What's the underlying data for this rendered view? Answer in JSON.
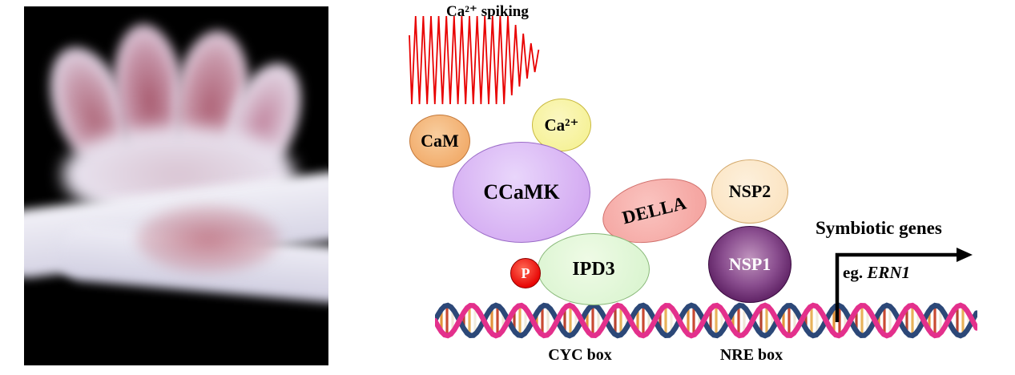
{
  "diagram": {
    "spiking_label": "Ca²⁺ spiking",
    "nodes": {
      "cam": "CaM",
      "ca": "Ca²⁺",
      "ccamk": "CCaMK",
      "della": "DELLA",
      "nsp2": "NSP2",
      "nsp1": "NSP1",
      "ipd3": "IPD3",
      "phosphate": "P"
    },
    "dna_labels": {
      "cyc": "CYC box",
      "nre": "NRE box"
    },
    "output": {
      "title": "Symbiotic genes",
      "example_prefix": "eg. ",
      "example_gene": "ERN1"
    },
    "colors": {
      "spiking": "#E80000",
      "cam_fill": "#F2AE6E",
      "ca_fill": "#F6F29A",
      "ccamk_fill": "#D4ABF2",
      "della_fill": "#F5A7A3",
      "nsp2_fill": "#FBE4C2",
      "nsp1_outer": "#54175A",
      "nsp1_inner": "#C094BE",
      "ipd3_fill": "#DCF5D2",
      "p_fill": "#E60000",
      "dna_pink": "#E3308C",
      "dna_blue": "#2C4878",
      "arrow": "#000000"
    }
  }
}
